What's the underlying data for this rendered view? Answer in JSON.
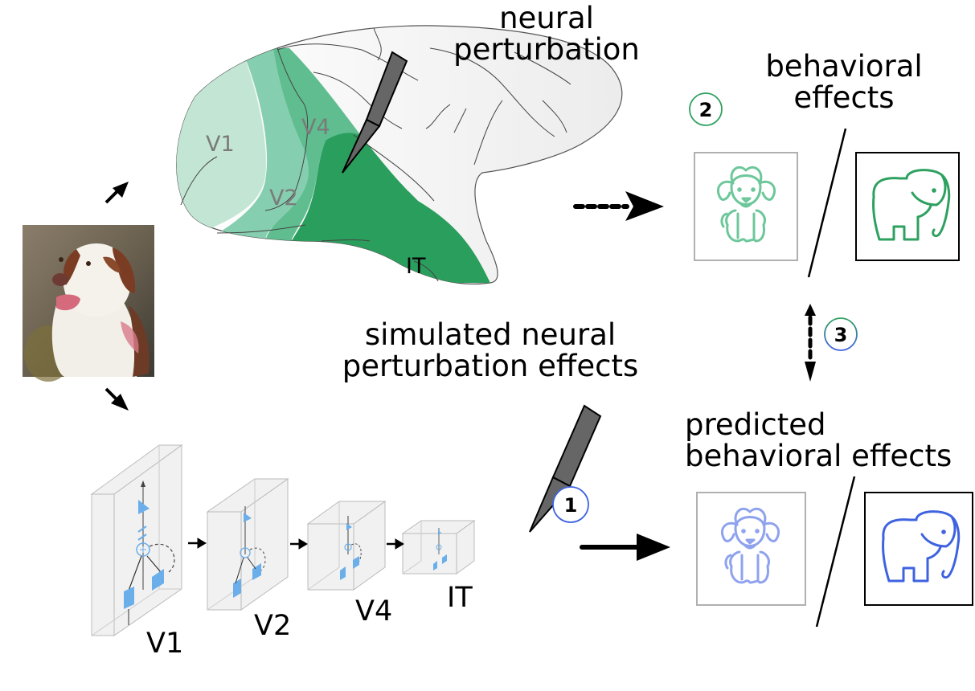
{
  "figure": {
    "top_label": {
      "line1": "neural",
      "line2": "perturbation"
    },
    "behavioral_label": {
      "line1": "behavioral",
      "line2": "effects"
    },
    "simulated_label": {
      "line1": "simulated neural",
      "line2": "perturbation effects"
    },
    "predicted_label": {
      "line1": "predicted",
      "line2": "behavioral effects"
    },
    "brain_areas": [
      "V1",
      "V2",
      "V4",
      "IT"
    ],
    "model_layers": [
      "V1",
      "V2",
      "V4",
      "IT"
    ],
    "badges": {
      "one": "1",
      "two": "2",
      "three": "3"
    },
    "input_image": "dog-photo",
    "categories": [
      "dog",
      "elephant"
    ],
    "colors": {
      "v1": "#c3e6d4",
      "v2": "#86ceb0",
      "v4": "#5fbd8f",
      "it": "#2a9e5c",
      "green_icon": "#2ea05f",
      "green_icon_light": "#6cc79a",
      "blue_icon": "#3f63e0",
      "blue_icon_light": "#8ea2ee",
      "badge_green": "#2ea05f",
      "badge_blue": "#3f63e0",
      "model_unit": "#6aaeea",
      "pen": "#666666"
    }
  }
}
